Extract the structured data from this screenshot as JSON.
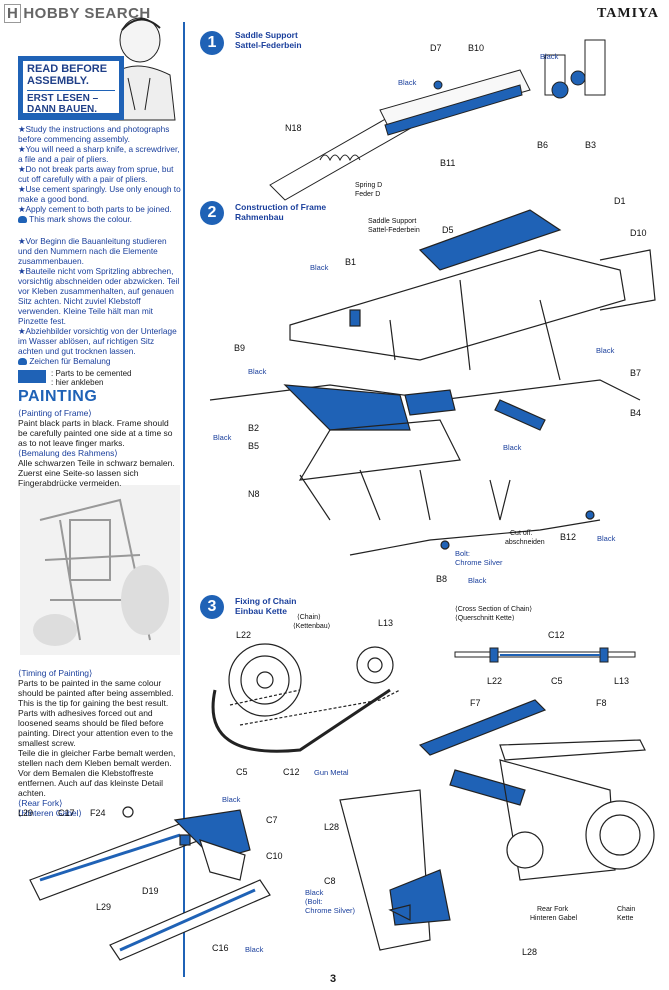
{
  "header": {
    "watermark": "HOBBY SEARCH",
    "watermark_badge": "H",
    "brand": "TAMIYA"
  },
  "intro": {
    "read_en": "READ BEFORE ASSEMBLY.",
    "read_de": "ERST LESEN – DANN BAUEN.",
    "notes_en": [
      "★Study the instructions and photographs before commencing assembly.",
      "★You will need a sharp knife, a screwdriver, a file and a pair of pliers.",
      "★Do not break parts away from sprue, but cut off carefully with a pair of pliers.",
      "★Use cement sparingly. Use only enough to make a good bond.",
      "★Apply cement to both parts to be joined."
    ],
    "colour_mark_en": "This mark shows the colour.",
    "notes_de": [
      "★Vor Beginn die Bauanleitung studieren und den Nummern nach die Elemente zusammenbauen.",
      "★Bauteile nicht vom Spritzling abbrechen, vorsichtig abschneiden oder abzwicken. Teil vor Kleben zusammenhalten, auf genauen Sitz achten. Nicht zuviel Klebstoff verwenden. Kleine Teile hält man mit Pinzette fest.",
      "★Abziehbilder vorsichtig von der Unterlage im Wasser ablösen, auf richtigen Sitz achten und gut trocknen lassen."
    ],
    "colour_mark_de": "Zeichen für Bemalung",
    "cement_legend_en": ": Parts to be cemented",
    "cement_legend_de": ": hier ankleben"
  },
  "painting": {
    "title": "PAINTING",
    "frame_heading_en": "⟨Painting of Frame⟩",
    "frame_text_en": "Paint black parts in black. Frame should be carefully painted one side at a time so as to not leave finger marks.",
    "frame_heading_de": "⟨Bemalung des Rahmens⟩",
    "frame_text_de": "Alle schwarzen Teile in schwarz bemalen. Zuerst eine Seite-so lassen sich Fingerabdrücke vermeiden.",
    "timing_heading_en": "⟨Timing of Painting⟩",
    "timing_text_en": "Parts to be painted in the same colour should be painted after being assembled. This is the tip for gaining the best result. Parts with adhesives forced out and loosened seams should be filed before painting. Direct your attention even to the smallest screw.",
    "timing_text_de": "Teile die in gleicher Farbe bemalt werden, stellen nach dem Kleben bemalt werden. Vor dem Bemalen die Klebstoffreste entfernen. Auch auf das kleinste Detail achten.",
    "rear_fork_en": "⟨Rear Fork⟩",
    "rear_fork_de": "⟨Hinteren Gabel⟩"
  },
  "steps": [
    {
      "num": "1",
      "title_en": "Saddle Support",
      "title_de": "Sattel-Federbein"
    },
    {
      "num": "2",
      "title_en": "Construction of Frame",
      "title_de": "Rahmenbau"
    },
    {
      "num": "3",
      "title_en": "Fixing of Chain",
      "title_de": "Einbau Kette"
    }
  ],
  "step1_labels": {
    "d7": "D7",
    "b10": "B10",
    "black1": "Black",
    "black2": "Black",
    "n18": "N18",
    "b6": "B6",
    "b3": "B3",
    "b11": "B11",
    "spring_en": "Spring D",
    "spring_de": "Feder D"
  },
  "step2_labels": {
    "saddle_en": "Saddle Support",
    "saddle_de": "Sattel-Federbein",
    "d1": "D1",
    "d5": "D5",
    "d10": "D10",
    "b1": "B1",
    "black_b1": "Black",
    "b9": "B9",
    "black_b9": "Black",
    "b7": "B7",
    "b7_black": "Black",
    "b4": "B4",
    "b2": "B2",
    "b5": "B5",
    "black_b2": "Black",
    "black_mid": "Black",
    "n8": "N8",
    "cut_en": "Cut off.",
    "cut_de": "abschneiden",
    "b12": "B12",
    "b12_black": "Black",
    "bolt_en": "Bolt:",
    "bolt_de": "Chrome Silver",
    "b8": "B8",
    "b8_black": "Black"
  },
  "step3_labels": {
    "l22": "L22",
    "l13": "L13",
    "c5": "C5",
    "c12": "C12",
    "c12_colour": "Gun Metal",
    "cross_en": "⟨Cross Section of Chain⟩",
    "cross_de": "⟨Querschnitt Kette⟩",
    "cs_c12": "C12",
    "cs_l22": "L22",
    "cs_c5": "C5",
    "cs_l13": "L13",
    "chain_en": "⟨Chain⟩",
    "chain_de": "⟨Kettenbau⟩",
    "f7": "F7",
    "f8": "F8",
    "l28a": "L28",
    "c8": "C8",
    "c8_black": "Black",
    "c8_bolt": "(Bolt:",
    "c8_chrome": "Chrome Silver)",
    "l28b": "L28",
    "rear_fork_en": "Rear Fork",
    "rear_fork_de": "Hinteren Gabel",
    "chain_lbl_en": "Chain",
    "chain_lbl_de": "Kette"
  },
  "fork_labels": {
    "l29a": "L29",
    "c17": "C17",
    "f24": "F24",
    "black_top": "Black",
    "c7": "C7",
    "c10": "C10",
    "d19": "D19",
    "l29b": "L29",
    "c16": "C16",
    "c16_black": "Black"
  },
  "page_number": "3",
  "colors": {
    "accent": "#1f62b6",
    "text": "#1a1a1a"
  }
}
